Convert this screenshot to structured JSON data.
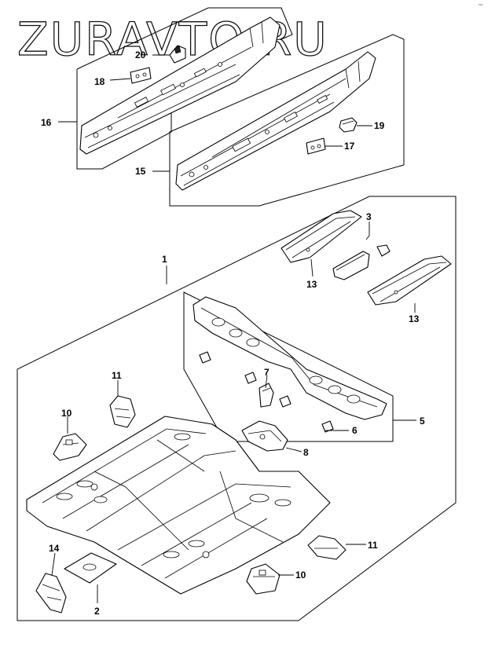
{
  "watermark": "ZURAVTO.RU",
  "corner_mark": "~",
  "callouts": {
    "c1": "1",
    "c2": "2",
    "c3": "3",
    "c5": "5",
    "c6": "6",
    "c7": "7",
    "c8": "8",
    "c10a": "10",
    "c10b": "10",
    "c11a": "11",
    "c11b": "11",
    "c13a": "13",
    "c13b": "13",
    "c14": "14",
    "c15": "15",
    "c16": "16",
    "c17": "17",
    "c18": "18",
    "c19": "19",
    "c20": "20"
  }
}
